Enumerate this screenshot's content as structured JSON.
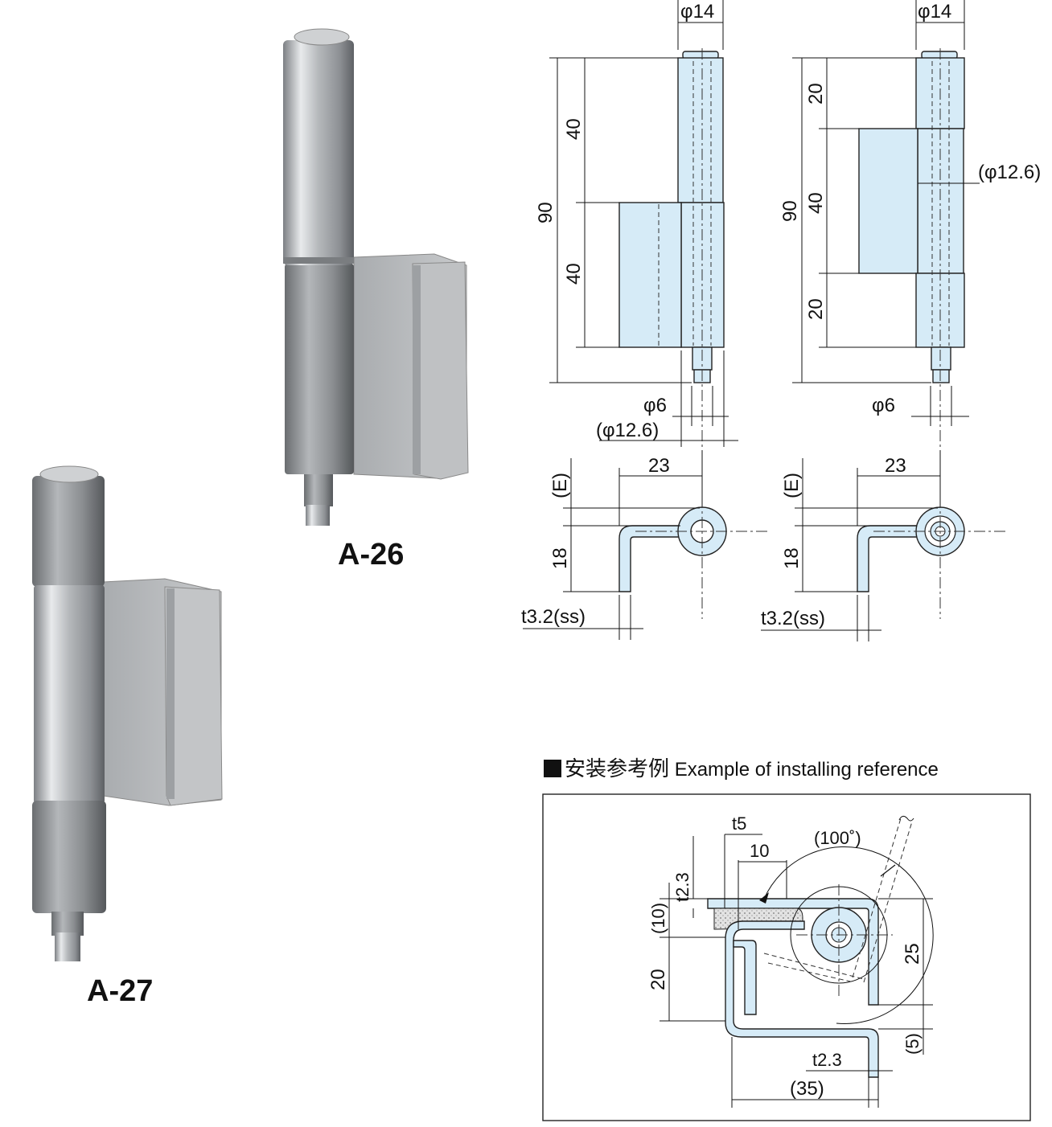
{
  "products": [
    {
      "model": "A-26"
    },
    {
      "model": "A-27"
    }
  ],
  "drawing_a26": {
    "top_dia": "φ14",
    "overall": "90",
    "upper": "40",
    "lower": "40",
    "pin_dia": "φ6",
    "knuckle_dia": "(φ12.6)",
    "offset": "23",
    "e_label": "(E)",
    "leaf_height": "18",
    "thickness": "t3.2(ss)"
  },
  "drawing_a27": {
    "top_dia": "φ14",
    "overall": "90",
    "top_seg": "20",
    "mid_seg": "40",
    "bottom_seg": "20",
    "knuckle_dia": "(φ12.6)",
    "pin_dia": "φ6",
    "offset": "23",
    "e_label": "(E)",
    "leaf_height": "18",
    "thickness": "t3.2(ss)"
  },
  "installation": {
    "title_jp": "安装参考例",
    "title_en": "Example of installing reference",
    "t5": "t5",
    "d10": "10",
    "angle": "(100˚)",
    "t23_top": "t2.3",
    "paren10": "(10)",
    "d20": "20",
    "d25": "25",
    "paren5": "(5)",
    "t23_bottom": "t2.3",
    "paren35": "(35)"
  },
  "colors": {
    "part_fill": "#d6ebf7",
    "line": "#111111",
    "gasket": "#d9d9d9"
  }
}
